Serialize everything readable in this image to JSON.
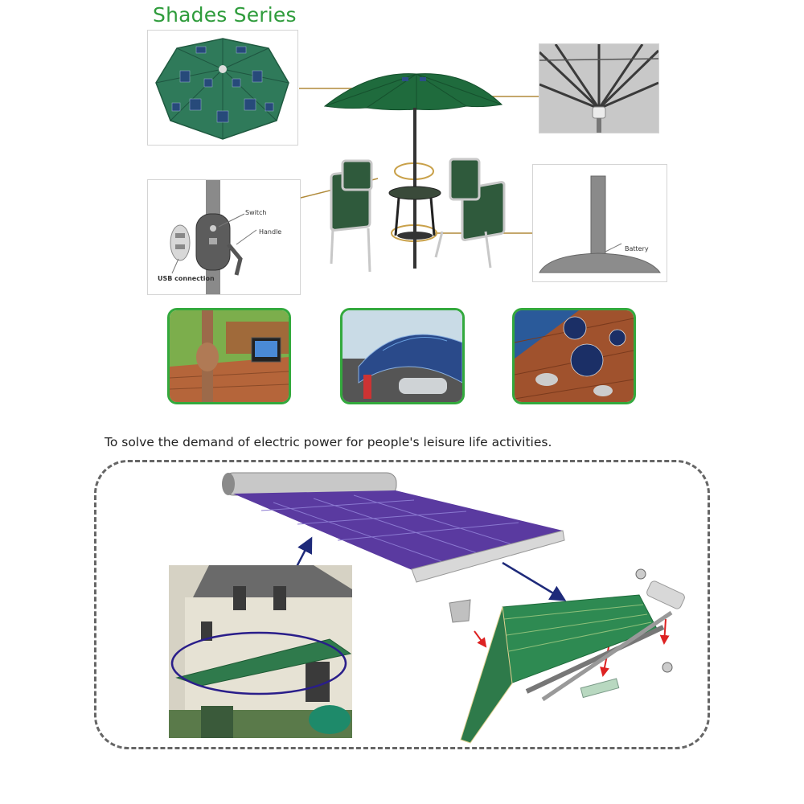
{
  "title": "Shades Series",
  "caption": "To solve the demand of electric power for people's leisure life activities.",
  "labels": {
    "switch": "Switch",
    "handle": "Handle",
    "usb": "USB connection",
    "battery": "Battery"
  },
  "colors": {
    "title_green": "#2f9c3c",
    "umbrella_green": "#1f6b3d",
    "photo_border": "#33a93d",
    "solar_purple": "#6a4fb0",
    "callout_line": "#b08a3a"
  },
  "icons": {
    "umbrella_top": "solar-umbrella-icon",
    "umbrella_frame": "umbrella-frame-icon",
    "switch_unit": "switch-handle-icon",
    "battery_base": "battery-base-icon",
    "awning": "solar-awning-icon"
  }
}
